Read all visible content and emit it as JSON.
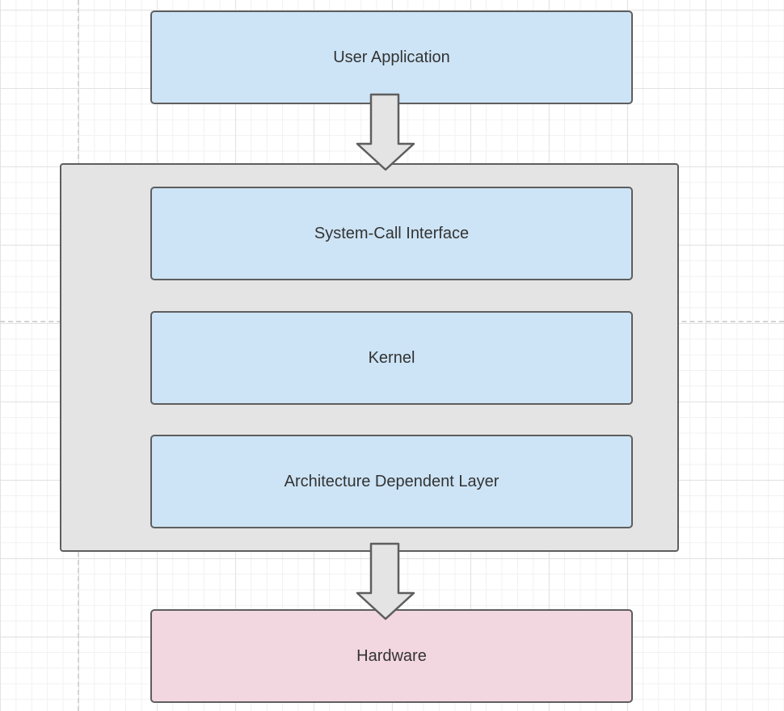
{
  "diagram": {
    "nodes": [
      {
        "id": "user_application",
        "label": "User Application",
        "fill": "#cde4f6"
      },
      {
        "id": "system_call_interface",
        "label": "System-Call Interface",
        "fill": "#cde4f6"
      },
      {
        "id": "kernel",
        "label": "Kernel",
        "fill": "#cde4f6"
      },
      {
        "id": "architecture_dependent_layer",
        "label": "Architecture Dependent Layer",
        "fill": "#cde4f6"
      },
      {
        "id": "hardware",
        "label": "Hardware",
        "fill": "#f3d7e0"
      }
    ],
    "groups": [
      {
        "id": "os_layers",
        "members": [
          "system_call_interface",
          "kernel",
          "architecture_dependent_layer"
        ],
        "fill": "#e4e4e4"
      }
    ],
    "edges": [
      {
        "from": "user_application",
        "to": "os_layers",
        "style": "block-arrow-down"
      },
      {
        "from": "os_layers",
        "to": "hardware",
        "style": "block-arrow-down"
      }
    ],
    "colors": {
      "stroke": "#5e5e5e",
      "arrow_fill": "#e4e4e4",
      "text": "#333333"
    }
  }
}
